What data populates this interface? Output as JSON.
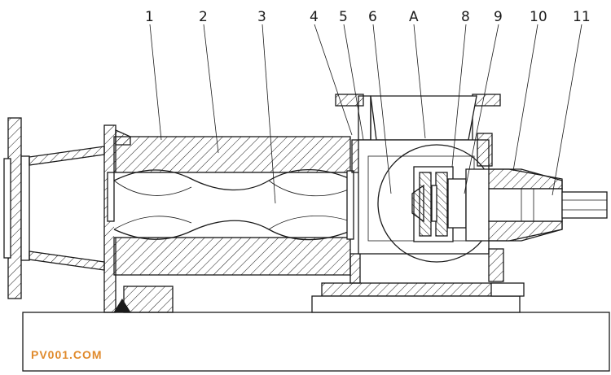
{
  "part_labels": [
    "1",
    "2",
    "3",
    "4",
    "5",
    "6",
    "A",
    "8",
    "9",
    "10",
    "11"
  ],
  "watermark": "PV001.COM",
  "colors": {
    "line": "#1a1a1a",
    "watermark": "#e08a2c",
    "background": "#ffffff"
  }
}
